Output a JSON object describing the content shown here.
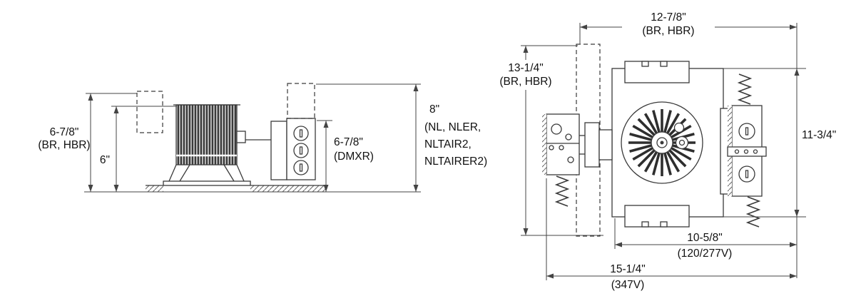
{
  "drawing_title": "recessed-downlight-dimension-drawing",
  "side_view": {
    "dim_height_br": {
      "value": "6-7/8\"",
      "variant": "(BR, HBR)"
    },
    "dim_height_6": "6\"",
    "dim_height_dmxr": {
      "value": "6-7/8\"",
      "variant": "(DMXR)"
    },
    "dim_height_8": {
      "value": "8\"",
      "variant_line1": "(NL, NLER,",
      "variant_line2": "NLTAIR2,",
      "variant_line3": "NLTAIRER2)"
    }
  },
  "plan_view": {
    "dim_width_top": {
      "value": "12-7/8\"",
      "variant": "(BR, HBR)"
    },
    "dim_height_left": {
      "value": "13-1/4\"",
      "variant": "(BR, HBR)"
    },
    "dim_height_right": "11-3/4\"",
    "dim_width_120": {
      "value": "10-5/8\"",
      "variant": "(120/277V)"
    },
    "dim_width_347": {
      "value": "15-1/4\"",
      "variant": "(347V)"
    }
  },
  "colors": {
    "line": "#3a3a3a",
    "dim_line": "#444444",
    "text": "#111111",
    "background": "#ffffff"
  }
}
